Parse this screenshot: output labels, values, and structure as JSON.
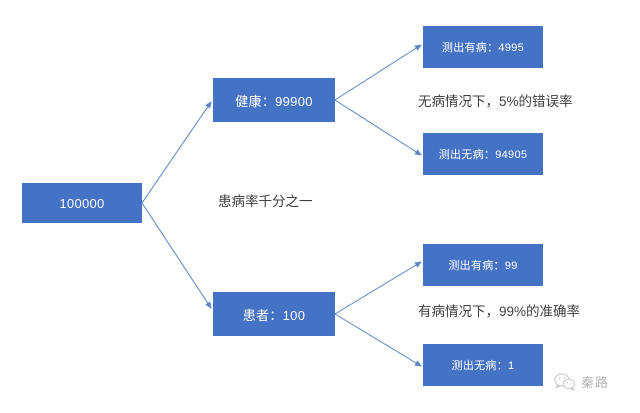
{
  "diagram": {
    "title": "",
    "colors": {
      "node_fill": "#4472C4",
      "node_text": "#FFFFFF",
      "edge": "#5B83C6",
      "annotation_text": "#404040",
      "background": "#FFFFFF"
    },
    "nodes": {
      "root": {
        "label": "100000"
      },
      "healthy": {
        "label": "健康：99900"
      },
      "sick": {
        "label": "患者：100"
      },
      "healthy_positive": {
        "label": "测出有病：4995"
      },
      "healthy_negative": {
        "label": "测出无病：94905"
      },
      "sick_positive": {
        "label": "测出有病：99"
      },
      "sick_negative": {
        "label": "测出无病：1"
      }
    },
    "annotations": {
      "prevalence": "患病率千分之一",
      "false_positive_rate": "无病情况下，5%的错误率",
      "true_positive_rate": "有病情况下，99%的准确率"
    }
  },
  "watermark": {
    "icon": "wechat-icon",
    "text": "秦路"
  }
}
